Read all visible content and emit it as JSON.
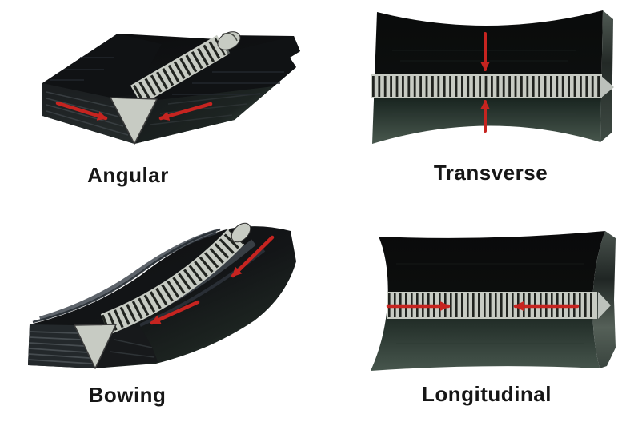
{
  "figure": {
    "background": "#ffffff",
    "panels": [
      {
        "id": "angular",
        "label": "Angular"
      },
      {
        "id": "transverse",
        "label": "Transverse"
      },
      {
        "id": "bowing",
        "label": "Bowing"
      },
      {
        "id": "longitudinal",
        "label": "Longitudinal"
      }
    ],
    "colors": {
      "background": "#ffffff",
      "label_text": "#161616",
      "arrow_red": "#c62420",
      "weld_metal_light": "#c7cbc3",
      "weld_rib_dark": "#20231f",
      "plate_black": "#101112",
      "plate_green_shadow": "#44544c",
      "side_face_gray": "#5c665f"
    }
  }
}
